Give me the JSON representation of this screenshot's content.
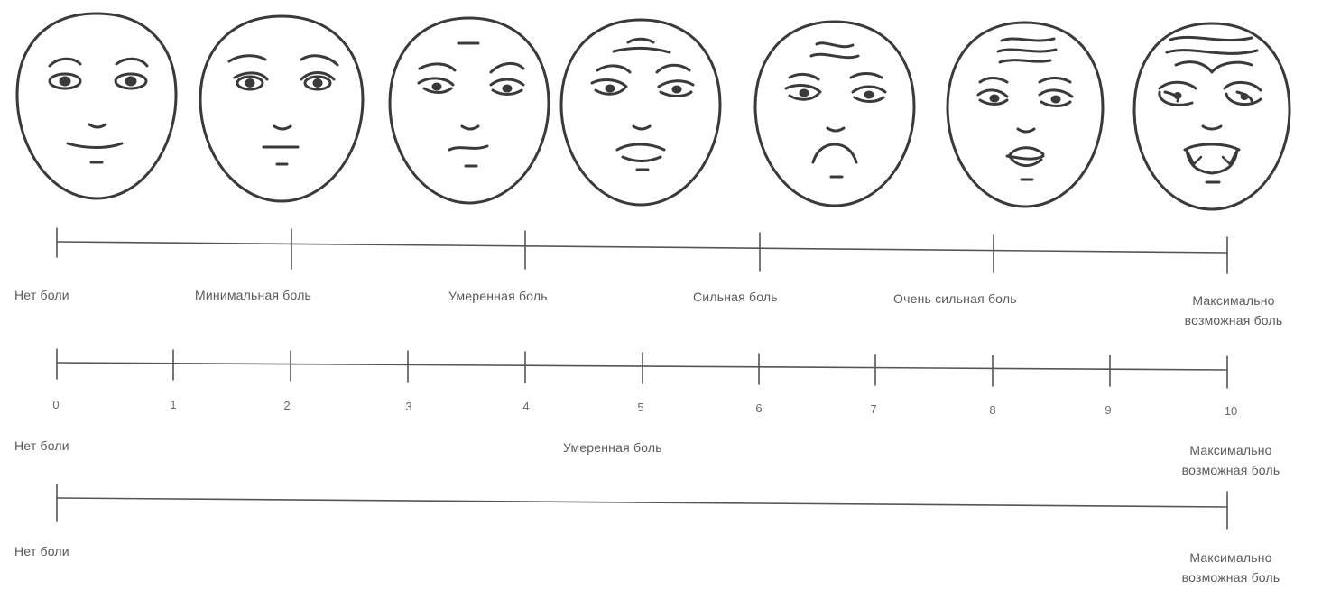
{
  "faces": [
    {
      "icon": "no-pain-face-icon",
      "level": 0
    },
    {
      "icon": "minimal-pain-face-icon",
      "level": 1
    },
    {
      "icon": "moderate-pain-face-icon",
      "level": 2
    },
    {
      "icon": "moderate-strong-pain-face-icon",
      "level": 3
    },
    {
      "icon": "severe-pain-face-icon",
      "level": 4
    },
    {
      "icon": "very-severe-pain-face-icon",
      "level": 5
    },
    {
      "icon": "worst-pain-face-icon",
      "level": 6
    }
  ],
  "verbal_scale": {
    "labels": [
      "Нет боли",
      "Минимальная боль",
      "Умеренная боль",
      "Сильная боль",
      "Очень сильная боль",
      "Максимально возможная боль"
    ],
    "last_label_line1": "Максимально",
    "last_label_line2": "возможная боль"
  },
  "numeric_scale": {
    "numbers": [
      "0",
      "1",
      "2",
      "3",
      "4",
      "5",
      "6",
      "7",
      "8",
      "9",
      "10"
    ],
    "left_label": "Нет боли",
    "middle_label": "Умеренная боль",
    "right_line1": "Максимально",
    "right_line2": "возможная боль"
  },
  "visual_analog_scale": {
    "left_label": "Нет боли",
    "right_line1": "Максимально",
    "right_line2": "возможная боль"
  },
  "colors": {
    "ink": "#3a3a3a",
    "text": "#5a5a5a"
  }
}
